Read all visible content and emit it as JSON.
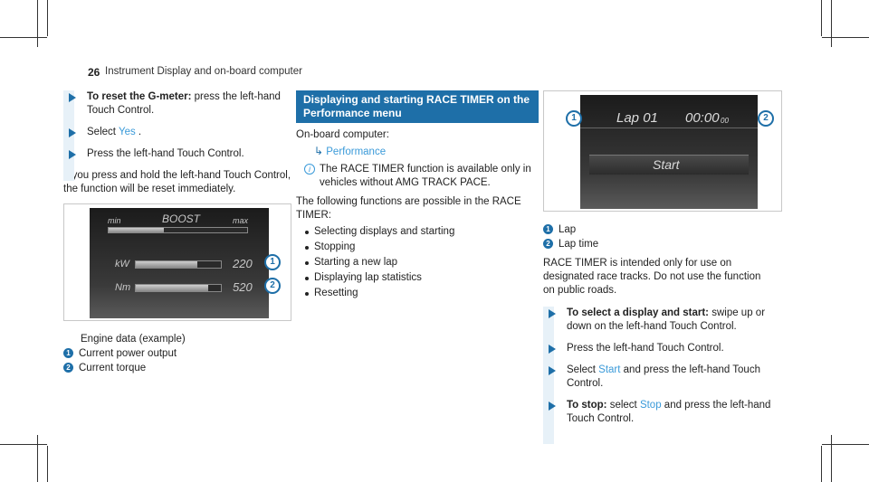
{
  "header": {
    "page_number": "26",
    "title": "Instrument Display and on-board computer"
  },
  "left": {
    "step1_bold": "To reset the G-meter:",
    "step1_text": " press the left-hand Touch Control.",
    "step2_prefix": "Select ",
    "step2_option": "Yes",
    "step2_suffix": " .",
    "step3": "Press the left-hand Touch Control.",
    "para": "If you press and hold the left-hand Touch Control, the function will be reset immediately.",
    "figure": {
      "min": "min",
      "boost": "BOOST",
      "max": "max",
      "kw_label": "kW",
      "kw_value": "220",
      "kw_level": 0.72,
      "nm_label": "Nm",
      "nm_value": "520",
      "nm_level": 0.85,
      "callout1": "1",
      "callout2": "2"
    },
    "caption": "Engine data (example)",
    "legend": [
      {
        "num": "1",
        "text": "Current power output"
      },
      {
        "num": "2",
        "text": "Current torque"
      }
    ]
  },
  "middle": {
    "heading": "Displaying and starting RACE TIMER on the Performance menu",
    "obc": "On-board computer:",
    "menu_path": "Performance",
    "note": "The RACE TIMER function is available only in vehicles without AMG TRACK PACE.",
    "intro": "The following functions are possible in the RACE TIMER:",
    "bullets": [
      "Selecting displays and starting",
      "Stopping",
      "Starting a new lap",
      "Displaying lap statistics",
      "Resetting"
    ]
  },
  "right": {
    "figure": {
      "lap": "Lap 01",
      "time": "00:00",
      "time_small": "00",
      "start": "Start",
      "callout1": "1",
      "callout2": "2"
    },
    "legend": [
      {
        "num": "1",
        "text": "Lap"
      },
      {
        "num": "2",
        "text": "Lap time"
      }
    ],
    "para": "RACE TIMER is intended only for use on designated race tracks. Do not use the function on public roads.",
    "step1_bold": "To select a display and start:",
    "step1_text": " swipe up or down on the left-hand Touch Control.",
    "step2": "Press the left-hand Touch Control.",
    "step3_prefix": "Select ",
    "step3_option": "Start",
    "step3_suffix": " and press the left-hand Touch Control.",
    "step4_bold": "To stop:",
    "step4_prefix": " select ",
    "step4_option": "Stop",
    "step4_suffix": " and press the left-hand Touch Control."
  },
  "colors": {
    "accent": "#1e6fa8",
    "highlight": "#3a9ad9",
    "margin_bar": "#e7f1f8"
  }
}
